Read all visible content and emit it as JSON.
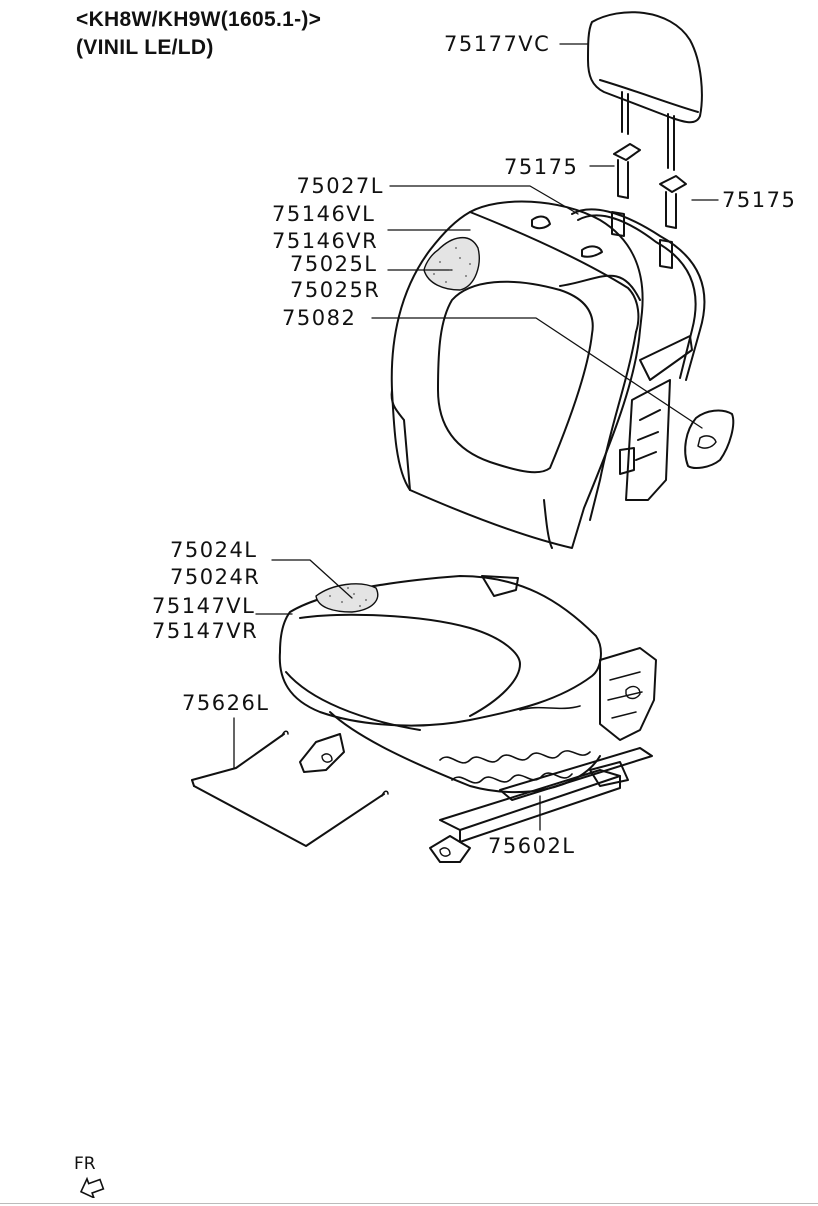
{
  "header": {
    "line1": "<KH8W/KH9W(1605.1-)>",
    "line2": "(VINIL LE/LD)"
  },
  "labels": {
    "headrest": "75177VC",
    "guide_left": "75175",
    "guide_right": "75175",
    "back_frame": "75027L",
    "back_cover_l": "75146VL",
    "back_cover_r": "75146VR",
    "back_pad_l": "75025L",
    "back_pad_r": "75025R",
    "recliner_cover": "75082",
    "cushion_pad_l": "75024L",
    "cushion_pad_r": "75024R",
    "cushion_cover_l": "75147VL",
    "cushion_cover_r": "75147VR",
    "wire": "75626L",
    "adjuster": "75602L"
  },
  "footer": {
    "direction": "FR"
  }
}
